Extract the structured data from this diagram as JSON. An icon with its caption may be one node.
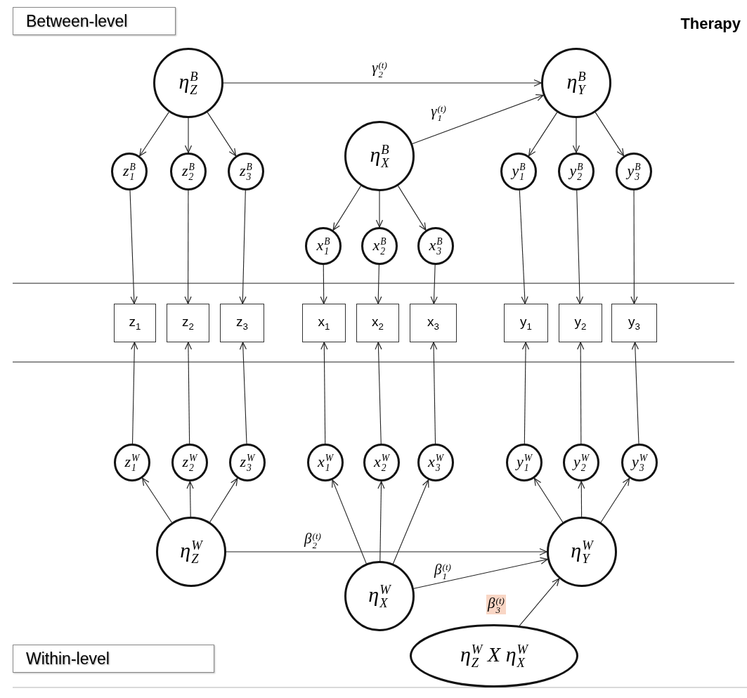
{
  "diagram": {
    "nodes": [
      {
        "text": [
          "Between-level"
        ]
      },
      {
        "text": [
          "η$_{Z}$$^{B}$"
        ]
      },
      {
        "text": [
          "η$_{Y}$$^{B}$"
        ]
      },
      {
        "text": [
          "η$_{X}$$^{B}$"
        ]
      },
      {
        "text": [
          "z$_{1}$$^{B}$"
        ]
      },
      {
        "text": [
          "z$_{2}$$^{B}$"
        ]
      },
      {
        "text": [
          "z$_{3}$$^{B}$"
        ]
      },
      {
        "text": [
          "y$_{1}$$^{B}$"
        ]
      },
      {
        "text": [
          "y$_{2}$$^{B}$"
        ]
      },
      {
        "text": [
          "y$_{3}$$^{B}$"
        ]
      },
      {
        "text": [
          "x$_{1}$$^{B}$"
        ]
      },
      {
        "text": [
          "x$_{2}$$^{B}$"
        ]
      },
      {
        "text": [
          "x$_{3}$$^{B}$"
        ]
      },
      {
        "text": [
          "z$_{1}$"
        ]
      },
      {
        "text": [
          "z$_{2}$"
        ]
      },
      {
        "text": [
          "z$_{3}$"
        ]
      },
      {
        "text": [
          "x$_{1}$"
        ]
      },
      {
        "text": [
          "x$_{2}$"
        ]
      },
      {
        "text": [
          "x$_{3}$"
        ]
      },
      {
        "text": [
          "y$_{1}$"
        ]
      },
      {
        "text": [
          "y$_{2}$"
        ]
      },
      {
        "text": [
          "y$_{3}$"
        ]
      },
      {
        "text": [
          "z$_{1}$$^{W}$"
        ]
      },
      {
        "text": [
          "z$_{2}$$^{W}$"
        ]
      },
      {
        "text": [
          "z$_{3}$$^{W}$"
        ]
      },
      {
        "text": [
          "x$_{1}$$^{W}$"
        ]
      },
      {
        "text": [
          "x$_{2}$$^{W}$"
        ]
      },
      {
        "text": [
          "x$_{3}$$^{W}$"
        ]
      },
      {
        "text": [
          "y$_{1}$$^{W}$"
        ]
      },
      {
        "text": [
          "y$_{2}$$^{W}$"
        ]
      },
      {
        "text": [
          "y$_{3}$$^{W}$"
        ]
      },
      {
        "text": [
          "η$_{Z}$$^{W}$"
        ]
      },
      {
        "text": [
          "η$_{Y}$$^{W}$"
        ]
      },
      {
        "text": [
          "η$_{X}$$^{W}$"
        ]
      },
      {
        "text": [
          "η$_{Z}$$^{W}$ X η$_{X}$$^{W}$"
        ]
      },
      {
        "text": [
          "Within-level"
        ]
      }
    ],
    "edges": [
      {
        "from": 1,
        "to": 2,
        "arrow": "to",
        "label": "γ$_{2}$$^{(t)}$"
      },
      {
        "from": 3,
        "to": 2,
        "arrow": "to",
        "label": "γ$_{1}$$^{(t)}$"
      },
      {
        "from": 1,
        "to": 4,
        "arrow": "to"
      },
      {
        "from": 1,
        "to": 5,
        "arrow": "to"
      },
      {
        "from": 1,
        "to": 6,
        "arrow": "to"
      },
      {
        "from": 2,
        "to": 7,
        "arrow": "to"
      },
      {
        "from": 2,
        "to": 8,
        "arrow": "to"
      },
      {
        "from": 2,
        "to": 9,
        "arrow": "to"
      },
      {
        "from": 3,
        "to": 10,
        "arrow": "to"
      },
      {
        "from": 3,
        "to": 11,
        "arrow": "to"
      },
      {
        "from": 3,
        "to": 12,
        "arrow": "to"
      },
      {
        "from": 4,
        "to": 13,
        "arrow": "to"
      },
      {
        "from": 5,
        "to": 14,
        "arrow": "to"
      },
      {
        "from": 6,
        "to": 15,
        "arrow": "to"
      },
      {
        "from": 10,
        "to": 16,
        "arrow": "to"
      },
      {
        "from": 11,
        "to": 17,
        "arrow": "to"
      },
      {
        "from": 12,
        "to": 18,
        "arrow": "to"
      },
      {
        "from": 7,
        "to": 19,
        "arrow": "to"
      },
      {
        "from": 8,
        "to": 20,
        "arrow": "to"
      },
      {
        "from": 9,
        "to": 21,
        "arrow": "to"
      },
      {
        "from": 22,
        "to": 13,
        "arrow": "to"
      },
      {
        "from": 23,
        "to": 14,
        "arrow": "to"
      },
      {
        "from": 24,
        "to": 15,
        "arrow": "to"
      },
      {
        "from": 25,
        "to": 16,
        "arrow": "to"
      },
      {
        "from": 26,
        "to": 17,
        "arrow": "to"
      },
      {
        "from": 27,
        "to": 18,
        "arrow": "to"
      },
      {
        "from": 28,
        "to": 19,
        "arrow": "to"
      },
      {
        "from": 29,
        "to": 20,
        "arrow": "to"
      },
      {
        "from": 30,
        "to": 21,
        "arrow": "to"
      },
      {
        "from": 31,
        "to": 22,
        "arrow": "to"
      },
      {
        "from": 31,
        "to": 23,
        "arrow": "to"
      },
      {
        "from": 31,
        "to": 24,
        "arrow": "to"
      },
      {
        "from": 33,
        "to": 25,
        "arrow": "to"
      },
      {
        "from": 33,
        "to": 26,
        "arrow": "to"
      },
      {
        "from": 33,
        "to": 27,
        "arrow": "to"
      },
      {
        "from": 32,
        "to": 28,
        "arrow": "to"
      },
      {
        "from": 32,
        "to": 29,
        "arrow": "to"
      },
      {
        "from": 32,
        "to": 30,
        "arrow": "to"
      },
      {
        "from": 31,
        "to": 32,
        "arrow": "to",
        "label": "β$_{2}$$^{(t)}$"
      },
      {
        "from": 33,
        "to": 32,
        "arrow": "to",
        "label": "β$_{1}$$^{(t)}$"
      },
      {
        "from": 34,
        "to": 32,
        "arrow": "to",
        "label": "β$_{3}$$^{(t)}$"
      }
    ],
    "labels": [
      "Therapy"
    ]
  }
}
